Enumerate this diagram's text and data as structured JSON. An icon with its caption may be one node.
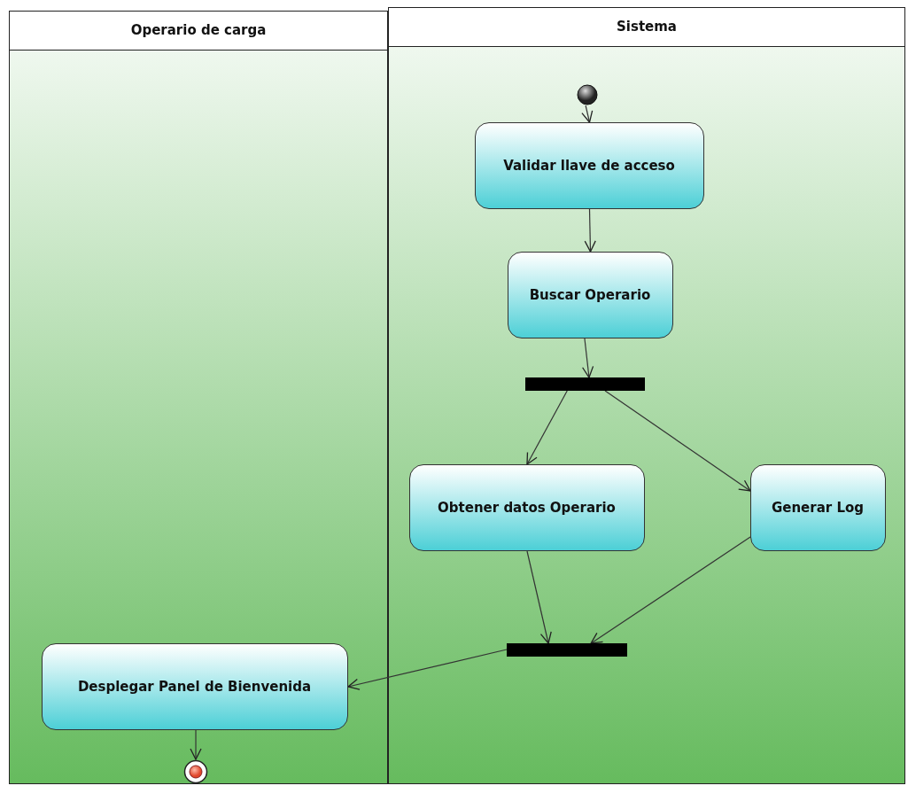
{
  "diagram": {
    "nodes": [
      {
        "text": [
          "Operario de carga"
        ]
      },
      {
        "text": [
          "Sistema"
        ]
      },
      {
        "text": [],
        "shape": "circle",
        "in": 1
      },
      {
        "text": [
          "Validar llave de acceso"
        ],
        "in": 1
      },
      {
        "text": [
          "Buscar Operario"
        ],
        "in": 1
      },
      {
        "text": [],
        "shape": "bar",
        "in": 1
      },
      {
        "text": [
          "Obtener datos Operario"
        ],
        "in": 1
      },
      {
        "text": [
          "Generar Log"
        ],
        "in": 1
      },
      {
        "text": [],
        "shape": "bar",
        "in": 1
      },
      {
        "text": [
          "Desplegar Panel de Bienvenida"
        ],
        "in": 0
      },
      {
        "text": [],
        "shape": "circle",
        "in": 0
      }
    ],
    "edges": [
      {
        "from": 2,
        "to": 3,
        "arrow": "to"
      },
      {
        "from": 3,
        "to": 4,
        "arrow": "to"
      },
      {
        "from": 4,
        "to": 5,
        "arrow": "to"
      },
      {
        "from": 5,
        "to": 6,
        "arrow": "to"
      },
      {
        "from": 5,
        "to": 7,
        "arrow": "to"
      },
      {
        "from": 6,
        "to": 8,
        "arrow": "to"
      },
      {
        "from": 7,
        "to": 8,
        "arrow": "to"
      },
      {
        "from": 8,
        "to": 9,
        "arrow": "to"
      },
      {
        "from": 9,
        "to": 10,
        "arrow": "to"
      }
    ]
  }
}
